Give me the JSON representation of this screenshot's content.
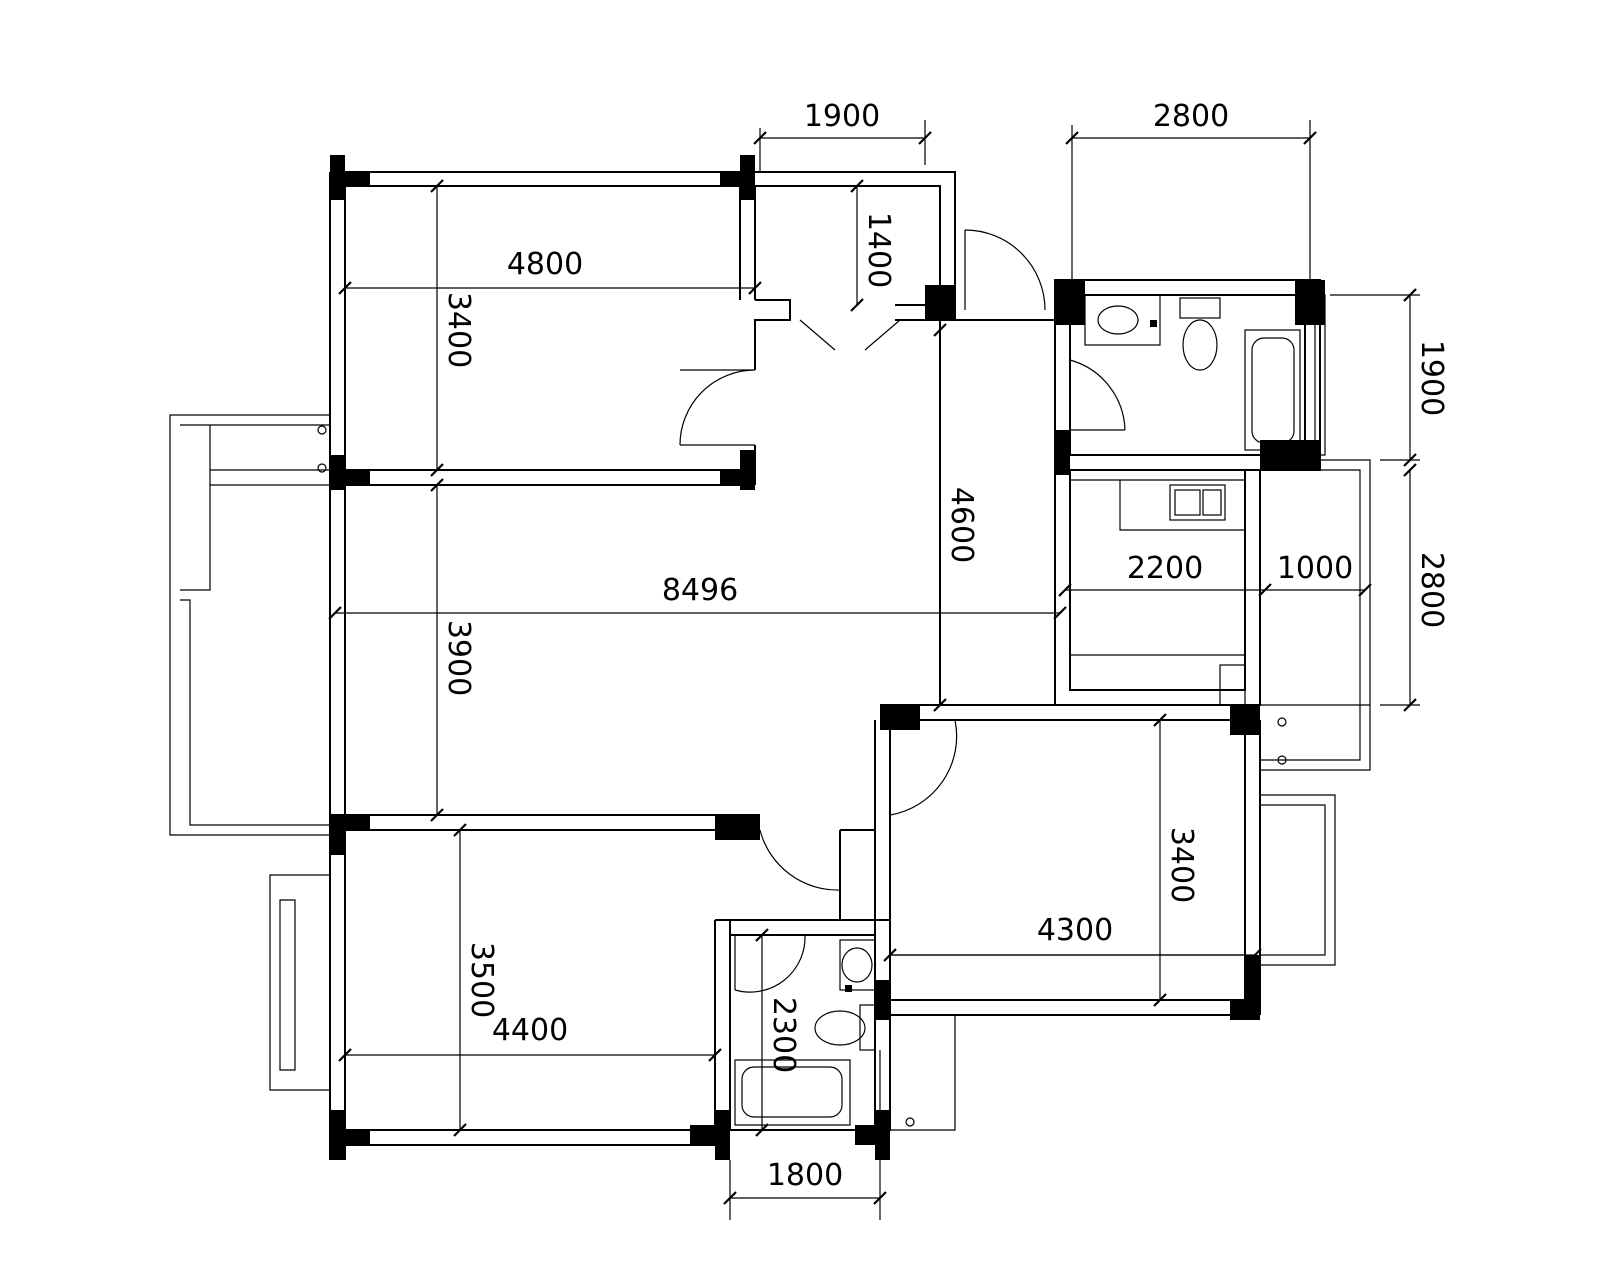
{
  "dimensions": {
    "top_1900": "1900",
    "top_2800": "2800",
    "bedroom1_width": "4800",
    "bedroom1_depth": "3400",
    "entry_1400": "1400",
    "right_1900": "1900",
    "corridor_4600": "4600",
    "living_8496": "8496",
    "living_3900": "3900",
    "kitchen_2200": "2200",
    "balcony_1000": "1000",
    "right_2800": "2800",
    "bedroom3_depth": "3400",
    "bedroom3_width": "4300",
    "bedroom2_depth": "3500",
    "bedroom2_width": "4400",
    "bath_2300": "2300",
    "bottom_1800": "1800"
  }
}
